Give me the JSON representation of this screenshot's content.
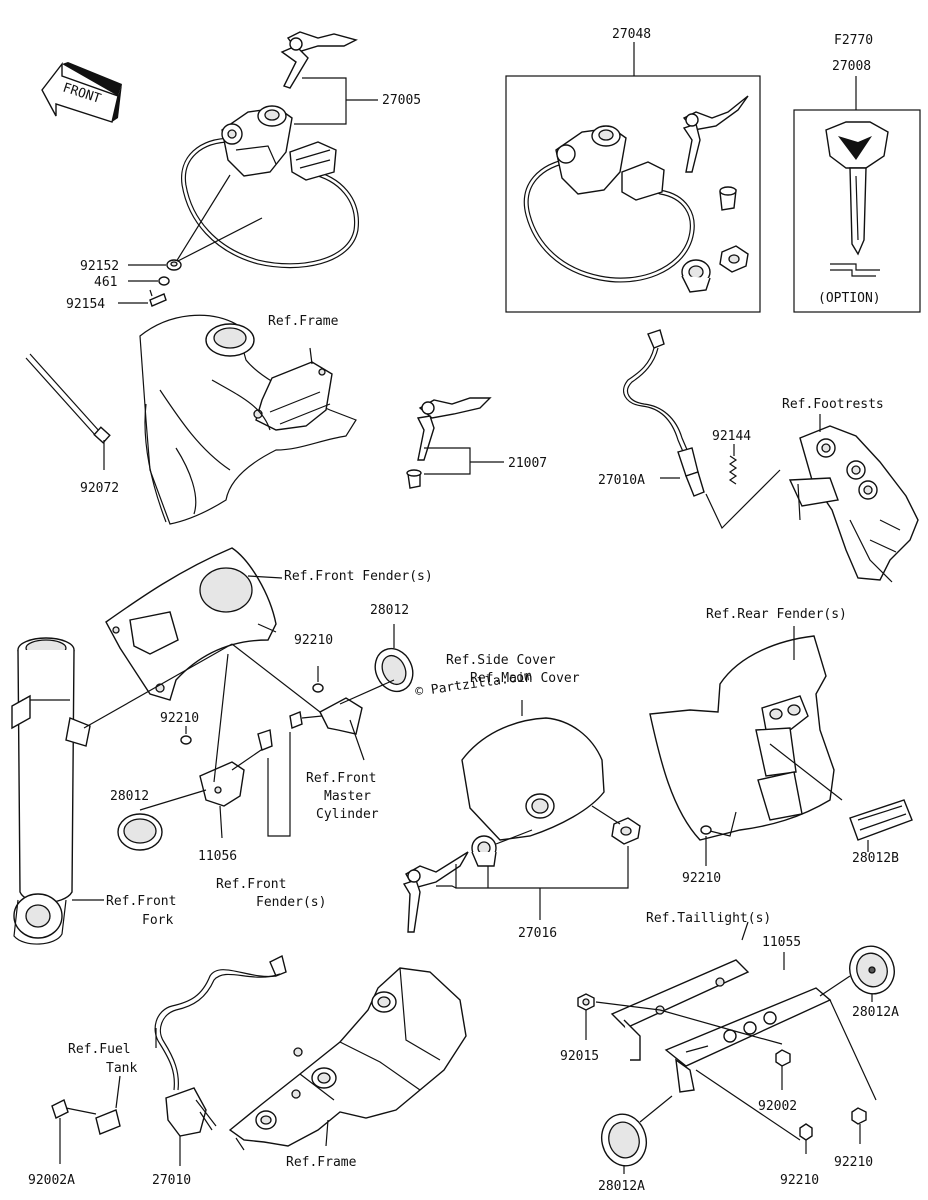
{
  "watermark": "© Partzilla.com",
  "front_arrow": "FRONT",
  "parts": {
    "p27005": "27005",
    "p92152": "92152",
    "p461": "461",
    "p92154": "92154",
    "p27048": "27048",
    "pF2770": "F2770",
    "p27008": "27008",
    "option": "(OPTION)",
    "p92072": "92072",
    "p21007": "21007",
    "p92144": "92144",
    "p27010A": "27010A",
    "p28012_top": "28012",
    "p92210_a": "92210",
    "p92210_b": "92210",
    "p28012_left": "28012",
    "p11056": "11056",
    "p27016": "27016",
    "p92210_c": "92210",
    "p28012B": "28012B",
    "p11055": "11055",
    "p28012A_right": "28012A",
    "p92015": "92015",
    "p92002": "92002",
    "p92210_d": "92210",
    "p92210_e": "92210",
    "p28012A_bottom": "28012A",
    "p92002A": "92002A",
    "p27010": "27010"
  },
  "refs": {
    "frame_top": "Ref.Frame",
    "footrests": "Ref.Footrests",
    "front_fender": "Ref.Front Fender(s)",
    "side_cover_1": "Ref.Side Cover",
    "side_cover_2": "Ref.Main Cover",
    "rear_fender": "Ref.Rear Fender(s)",
    "front_master_1": "Ref.Front",
    "front_master_2": "Master",
    "front_master_3": "Cylinder",
    "front_fender2_1": "Ref.Front",
    "front_fender2_2": "Fender(s)",
    "front_fork_1": "Ref.Front",
    "front_fork_2": "Fork",
    "taillight": "Ref.Taillight(s)",
    "fuel_tank_1": "Ref.Fuel",
    "fuel_tank_2": "Tank",
    "frame_bottom": "Ref.Frame"
  }
}
